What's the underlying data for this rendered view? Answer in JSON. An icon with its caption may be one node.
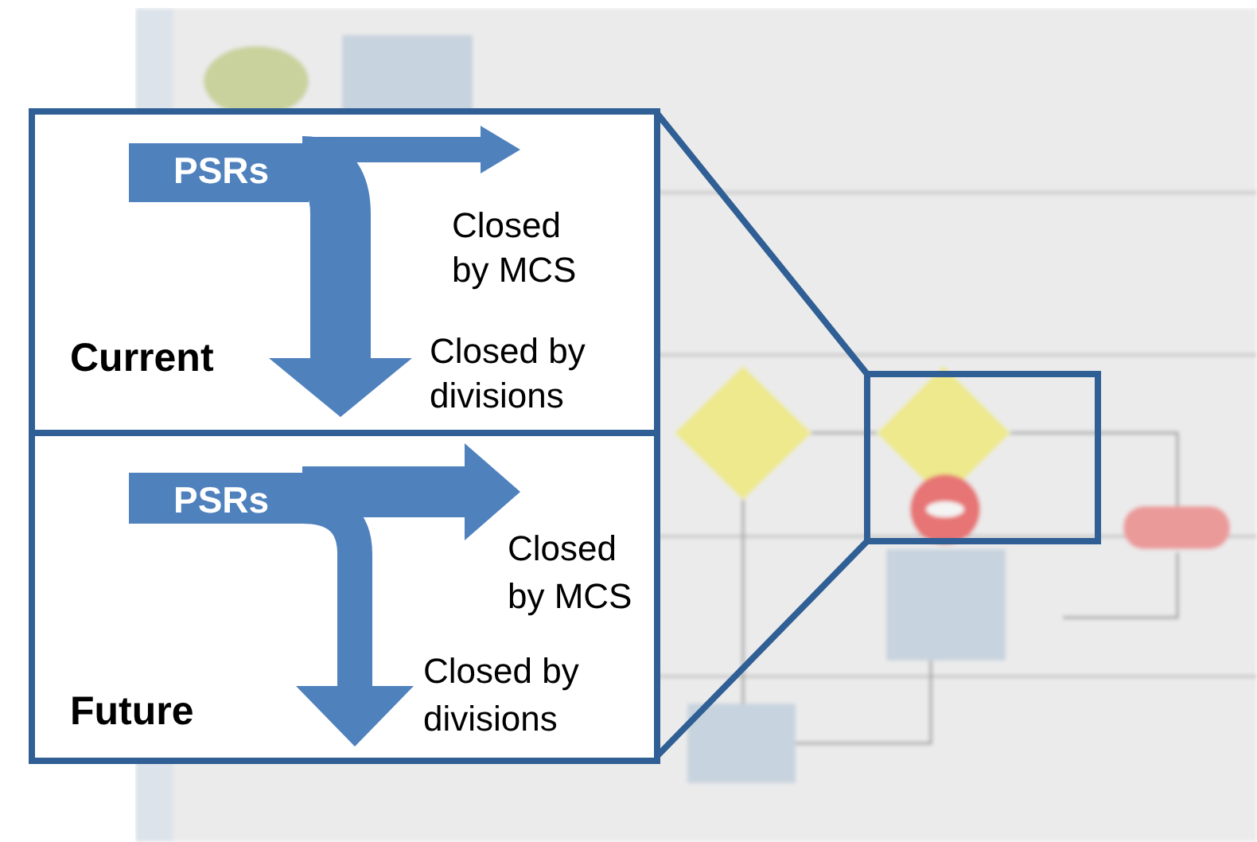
{
  "diagram": {
    "nodes": [
      {
        "text": [
          "Current"
        ]
      },
      {
        "text": [
          "PSRs"
        ],
        "in": 0
      },
      {
        "text": [
          "Closed by MCS"
        ],
        "in": 0
      },
      {
        "text": [
          "Closed by divisions"
        ],
        "in": 0
      },
      {
        "text": [
          "Future"
        ]
      },
      {
        "text": [
          "PSRs"
        ],
        "in": 4
      },
      {
        "text": [
          "Closed by MCS"
        ],
        "in": 4
      },
      {
        "text": [
          "Closed by divisions"
        ],
        "in": 4
      }
    ],
    "edges": [
      {
        "from": 1,
        "to": 2,
        "arrow": "to"
      },
      {
        "from": 1,
        "to": 3,
        "arrow": "to"
      },
      {
        "from": 5,
        "to": 6,
        "arrow": "to"
      },
      {
        "from": 5,
        "to": 7,
        "arrow": "to"
      }
    ]
  }
}
